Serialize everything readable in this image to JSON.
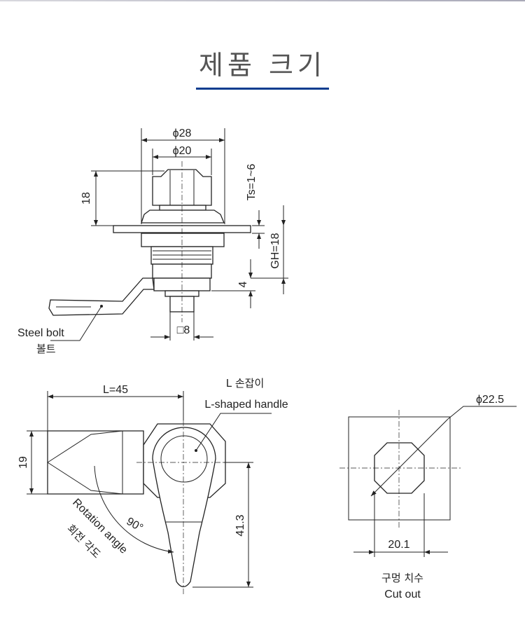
{
  "header": {
    "title": "제품 크기",
    "accent_color": "#0a3d8f"
  },
  "side_view": {
    "dia_outer": "ϕ28",
    "dia_inner": "ϕ20",
    "height_knob": "18",
    "ts": "Ts=1~6",
    "gh": "GH=18",
    "cam_offset": "4",
    "square_shaft": "□8",
    "bolt_label_en": "Steel bolt",
    "bolt_label_ko": "볼트"
  },
  "front_view": {
    "length": "L=45",
    "width": "19",
    "handle_height": "41.3",
    "handle_label_ko": "L 손잡이",
    "handle_label_en": "L-shaped handle",
    "angle": "90°",
    "rotation_en": "Rotation angle",
    "rotation_ko": "회전 각도"
  },
  "cutout": {
    "diameter": "ϕ22.5",
    "width": "20.1",
    "label_ko": "구멍 치수",
    "label_en": "Cut out"
  }
}
